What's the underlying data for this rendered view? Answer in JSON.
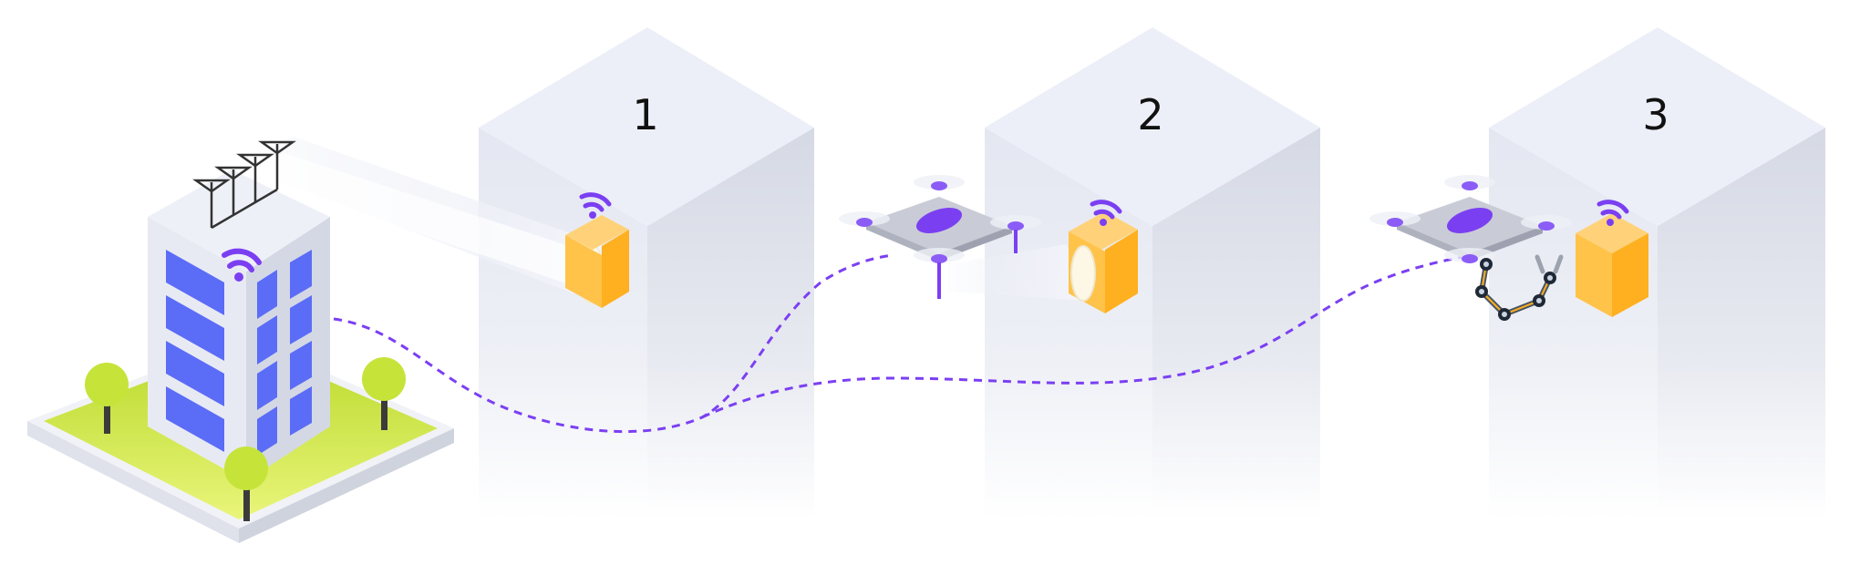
{
  "steps": [
    {
      "label": "1"
    },
    {
      "label": "2"
    },
    {
      "label": "3"
    }
  ],
  "colors": {
    "accent": "#7b3ff2",
    "window": "#5b6cf7",
    "grass": "#c6e33a",
    "box": "#ffb82e",
    "pillar_top": "#eceff8",
    "pillar_left": "#e1e4ee",
    "pillar_right": "#d3d7e2",
    "path": "#7b3ff2"
  },
  "icons": {
    "wifi": "wifi-icon",
    "antenna": "antenna-icon",
    "drone": "drone-icon",
    "gripper": "gripper-arm-icon",
    "tree": "tree-icon"
  }
}
